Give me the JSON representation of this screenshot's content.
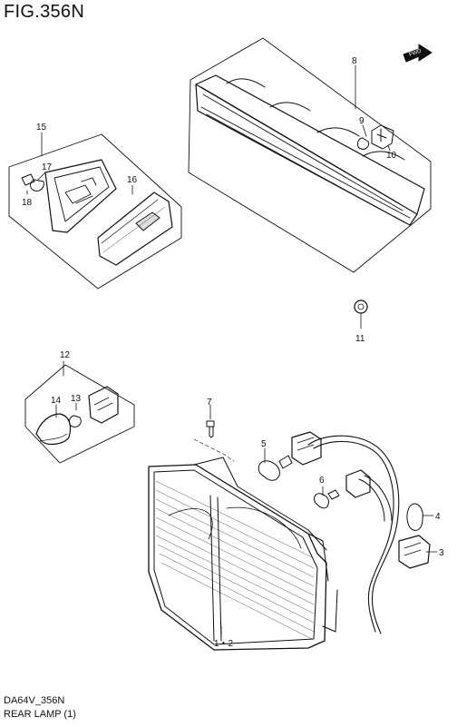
{
  "figure": {
    "title": "FIG.356N",
    "code": "DA64V_356N",
    "name": "REAR LAMP (1)",
    "fwd_label": "FWD"
  },
  "callouts": {
    "p1_2": "1・2",
    "p3": "3",
    "p4": "4",
    "p5": "5",
    "p6": "6",
    "p7": "7",
    "p8": "8",
    "p9": "9",
    "p10": "10",
    "p11": "11",
    "p12": "12",
    "p13": "13",
    "p14": "14",
    "p15": "15",
    "p16": "16",
    "p17": "17",
    "p18": "18"
  }
}
